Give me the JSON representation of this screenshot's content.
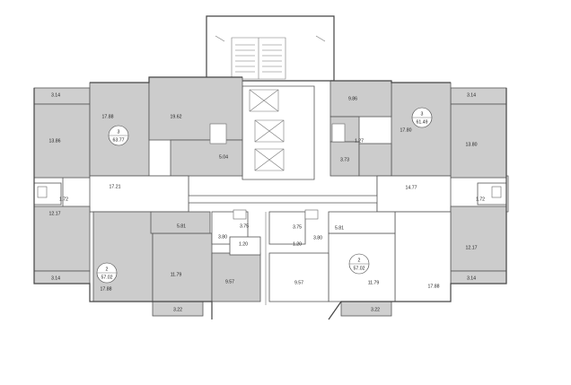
{
  "plan": {
    "area_labels": [
      {
        "id": "balcony-top-left",
        "text": "3.14"
      },
      {
        "id": "room-left-upper",
        "text": "17.88"
      },
      {
        "id": "room-left-top",
        "text": "19.62"
      },
      {
        "id": "room-far-left",
        "text": "13.86"
      },
      {
        "id": "bath-left-top",
        "text": "5.04"
      },
      {
        "id": "hall-left",
        "text": "17.21"
      },
      {
        "id": "wc-left",
        "text": "1.72"
      },
      {
        "id": "room-left-mid",
        "text": "12.17"
      },
      {
        "id": "hall-left-lower",
        "text": "5.81"
      },
      {
        "id": "bath-left-lower",
        "text": "3.75"
      },
      {
        "id": "kitchen-left-lower",
        "text": "3.80"
      },
      {
        "id": "wc-left-lower",
        "text": "1.20"
      },
      {
        "id": "room-left-lower-a",
        "text": "11.79"
      },
      {
        "id": "room-left-lower-b",
        "text": "9.57"
      },
      {
        "id": "room-left-bottom",
        "text": "17.88"
      },
      {
        "id": "balcony-bottom-left",
        "text": "3.14"
      },
      {
        "id": "balcony-bottom-center-left",
        "text": "3.22"
      },
      {
        "id": "balcony-top-right",
        "text": "3.14"
      },
      {
        "id": "room-right-top",
        "text": "9.86"
      },
      {
        "id": "room-right-upper",
        "text": "17.80"
      },
      {
        "id": "room-far-right",
        "text": "13.80"
      },
      {
        "id": "wc-right-top",
        "text": "1.27"
      },
      {
        "id": "bath-right-top",
        "text": "3.73"
      },
      {
        "id": "hall-right",
        "text": "14.77"
      },
      {
        "id": "wc-right",
        "text": "1.72"
      },
      {
        "id": "room-right-mid",
        "text": "12.17"
      },
      {
        "id": "hall-right-lower",
        "text": "5.81"
      },
      {
        "id": "bath-right-lower",
        "text": "3.75"
      },
      {
        "id": "kitchen-right-lower",
        "text": "3.80"
      },
      {
        "id": "wc-right-lower",
        "text": "1.20"
      },
      {
        "id": "room-right-lower-a",
        "text": "9.57"
      },
      {
        "id": "room-right-lower-b",
        "text": "11.79"
      },
      {
        "id": "room-right-bottom",
        "text": "17.88"
      },
      {
        "id": "balcony-bottom-right",
        "text": "3.14"
      },
      {
        "id": "balcony-bottom-center-right",
        "text": "3.22"
      }
    ],
    "apartment_markers": [
      {
        "id": "apt-top-left",
        "rooms": "3",
        "area": "63.77"
      },
      {
        "id": "apt-top-right",
        "rooms": "3",
        "area": "61.49"
      },
      {
        "id": "apt-bottom-left",
        "rooms": "2",
        "area": "57.02"
      },
      {
        "id": "apt-bottom-right",
        "rooms": "2",
        "area": "57.02"
      }
    ]
  }
}
